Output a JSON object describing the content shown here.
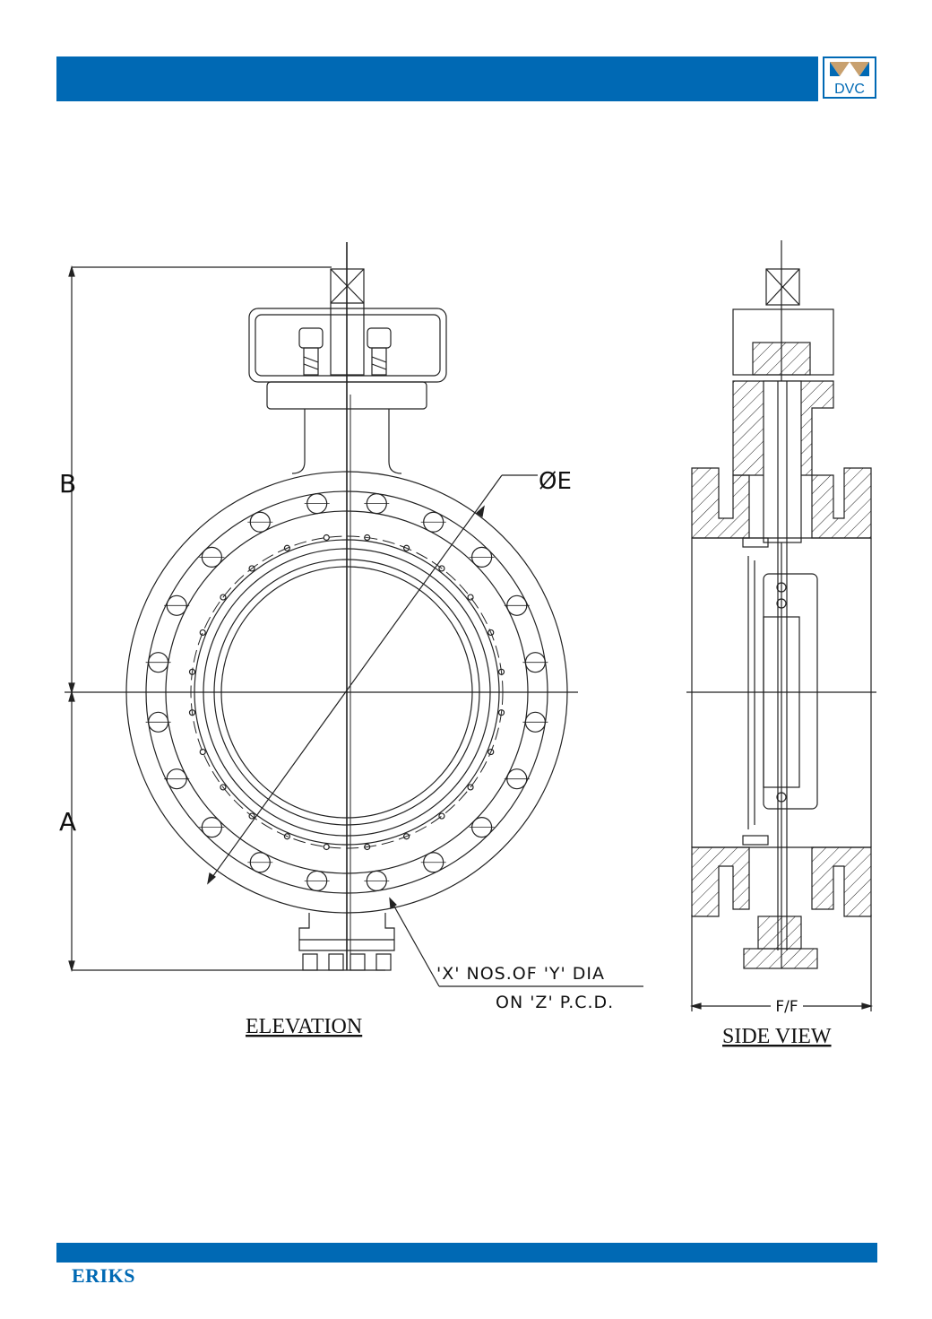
{
  "header": {
    "logo_text": "DVC",
    "accent_color": "#0069b4",
    "logo_color": "#c8a06e"
  },
  "footer": {
    "brand": "ERIKS"
  },
  "elevation": {
    "title": "ELEVATION",
    "dim_b": "B",
    "dim_a": "A",
    "dim_e": "ØE",
    "note_line1": "'X' NOS.OF 'Y' DIA",
    "note_line2": "ON 'Z' P.C.D."
  },
  "side_view": {
    "title": "SIDE VIEW",
    "dim_ff": "F/F"
  }
}
